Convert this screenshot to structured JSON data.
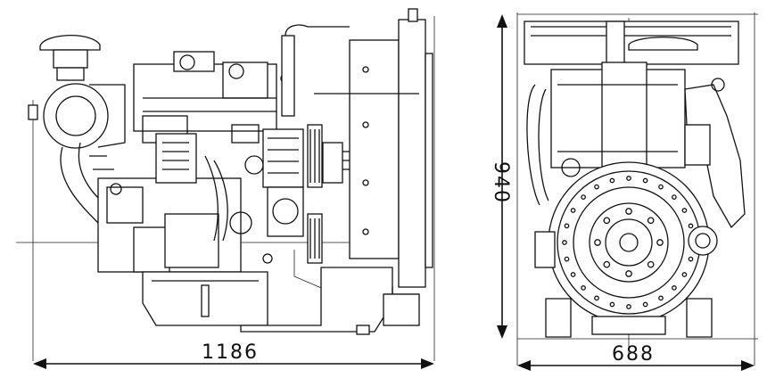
{
  "dimensions": {
    "length": "1186",
    "width": "688",
    "height": "940"
  },
  "colors": {
    "ink": "#111111",
    "paper": "#ffffff"
  }
}
